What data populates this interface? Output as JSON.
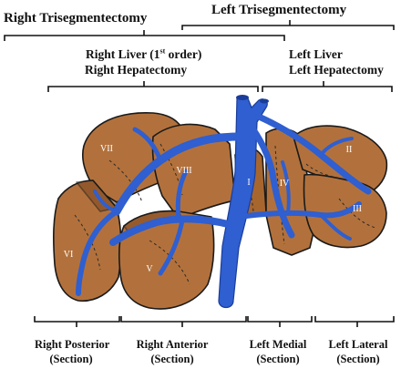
{
  "top_labels": {
    "right_trisegmentectomy": "Right Trisegmentectomy",
    "left_trisegmentectomy": "Left Trisegmentectomy",
    "right_liver_line1_pre": "Right Liver (1",
    "right_liver_line1_sup": "st",
    "right_liver_line1_post": " order)",
    "right_hepatectomy": "Right Hepatectomy",
    "left_liver": "Left Liver",
    "left_hepatectomy": "Left Hepatectomy"
  },
  "segments": [
    "I",
    "II",
    "III",
    "IV",
    "V",
    "VI",
    "VII",
    "VIII"
  ],
  "bottom_labels": {
    "right_posterior": "Right Posterior",
    "right_anterior": "Right Anterior",
    "left_medial": "Left Medial",
    "left_lateral": "Left Lateral",
    "section": "(Section)"
  },
  "colors": {
    "liver": "#b2713c",
    "liver_dark": "#7b4620",
    "vessel": "#2f5fd0",
    "vessel_dark": "#1a3d9a",
    "outline": "#1a1a1a"
  }
}
